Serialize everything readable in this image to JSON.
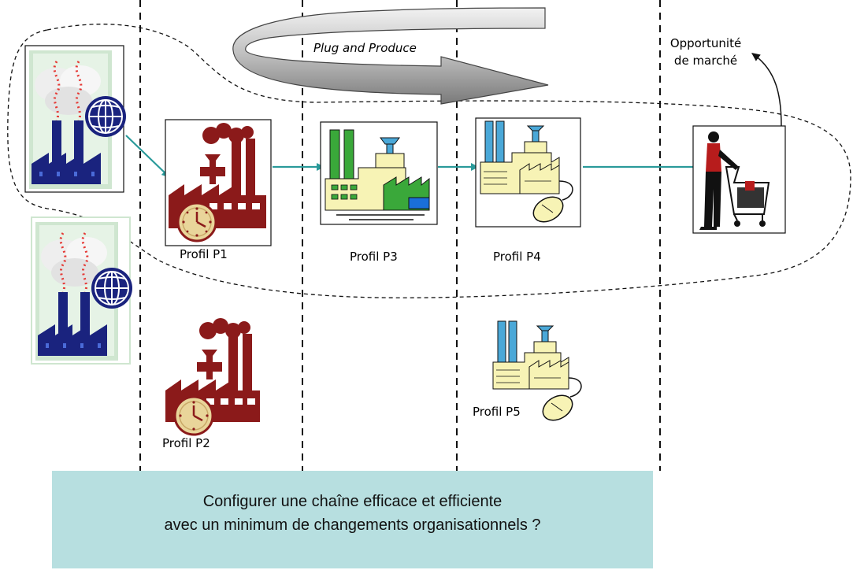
{
  "flow": {
    "arrow_label": "Plug and Produce",
    "market_label_line1": "Opportunité",
    "market_label_line2": "de marché"
  },
  "profiles": {
    "p1": "Profil P1",
    "p2": "Profil P2",
    "p3": "Profil P3",
    "p4": "Profil P4",
    "p5": "Profil P5"
  },
  "question": {
    "line1": "Configurer une chaîne efficace et efficiente",
    "line2": "avec un minimum de changements organisationnels ?"
  },
  "colors": {
    "connector": "#2a9a9a",
    "factory_red": "#8b1a1a",
    "factory_blue": "#1a237e",
    "factory_green": "#3aa83a",
    "factory_sky": "#4aa8d8",
    "building_yellow": "#f7f3b5",
    "question_bg": "#b7dfe0"
  },
  "icons": [
    "enterprise-globe-icon",
    "factory-clock-icon",
    "factory-green-icon",
    "factory-mouse-icon",
    "shopper-cart-icon"
  ]
}
